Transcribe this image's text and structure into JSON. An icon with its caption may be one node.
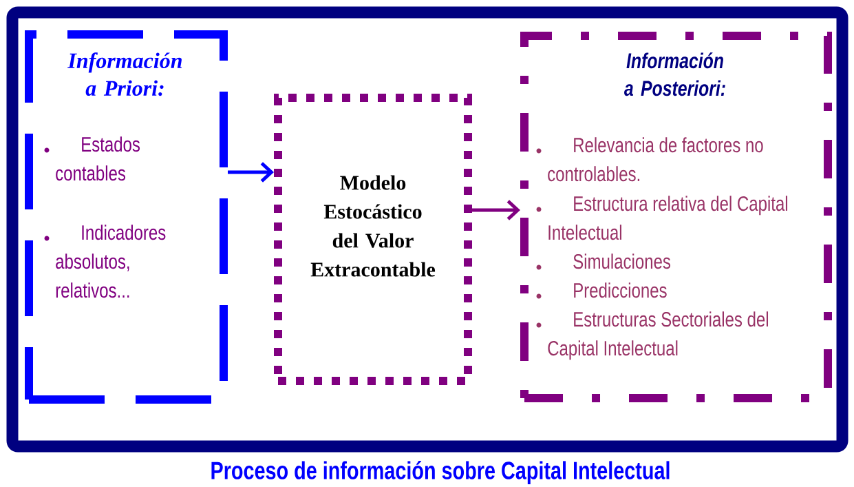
{
  "diagram": {
    "title": "Proceso de información sobre Capital Intelectual",
    "nodes": [
      {
        "text": [
          "Información a Priori:",
          "Estados contables",
          "Indicadores absolutos, relativos..."
        ]
      },
      {
        "text": [
          "Modelo Estocástico del Valor Extracontable"
        ]
      },
      {
        "text": [
          "Información a Posteriori:",
          "Relevancia de factores no controlables.",
          "Estructura relativa del Capital Intelectual",
          "Simulaciones",
          "Predicciones",
          "Estructuras Sectoriales del Capital Intelectual"
        ]
      }
    ],
    "edges": [
      {
        "from": 0,
        "to": 1,
        "arrow": "to",
        "color": "#0000ff"
      },
      {
        "from": 1,
        "to": 2,
        "arrow": "to",
        "color": "#800080"
      }
    ]
  }
}
